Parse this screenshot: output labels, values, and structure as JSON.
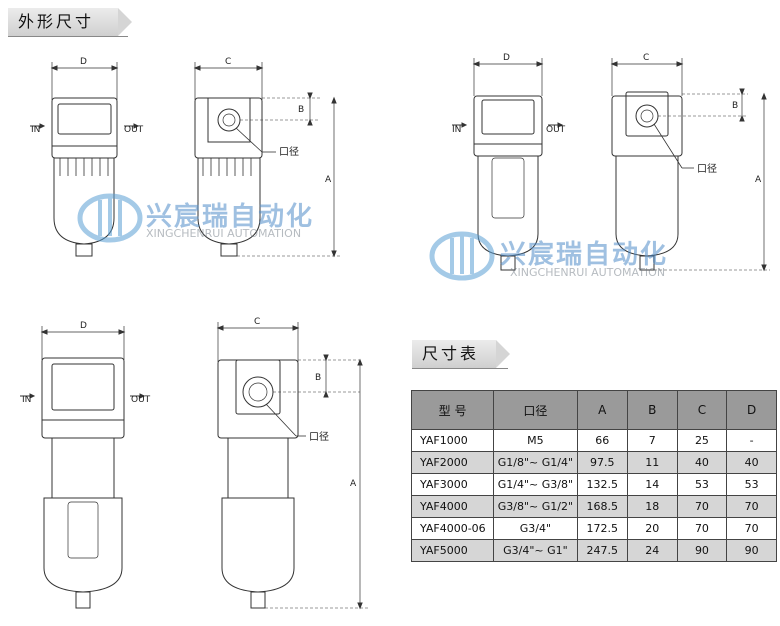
{
  "sections": {
    "outline_title": "外形尺寸",
    "table_title": "尺寸表"
  },
  "labels": {
    "d": "D",
    "c": "C",
    "b": "B",
    "a": "A",
    "in": "IN",
    "out": "OUT",
    "port": "口径"
  },
  "watermark": {
    "cn": "兴宸瑞自动化",
    "en": "XINGCHENRUI AUTOMATION"
  },
  "table": {
    "headers": [
      "型 号",
      "口径",
      "A",
      "B",
      "C",
      "D"
    ],
    "rows": [
      [
        "YAF1000",
        "M5",
        "66",
        "7",
        "25",
        "-"
      ],
      [
        "YAF2000",
        "G1/8\"~ G1/4\"",
        "97.5",
        "11",
        "40",
        "40"
      ],
      [
        "YAF3000",
        "G1/4\"~ G3/8\"",
        "132.5",
        "14",
        "53",
        "53"
      ],
      [
        "YAF4000",
        "G3/8\"~ G1/2\"",
        "168.5",
        "18",
        "70",
        "70"
      ],
      [
        "YAF4000-06",
        "G3/4\"",
        "172.5",
        "20",
        "70",
        "70"
      ],
      [
        "YAF5000",
        "G3/4\"~ G1\"",
        "247.5",
        "24",
        "90",
        "90"
      ]
    ]
  },
  "colors": {
    "line": "#333333",
    "header_bg": "#9a9a9a",
    "row_alt_bg": "#d6d6d6",
    "watermark_blue": "#5a9fd4"
  }
}
